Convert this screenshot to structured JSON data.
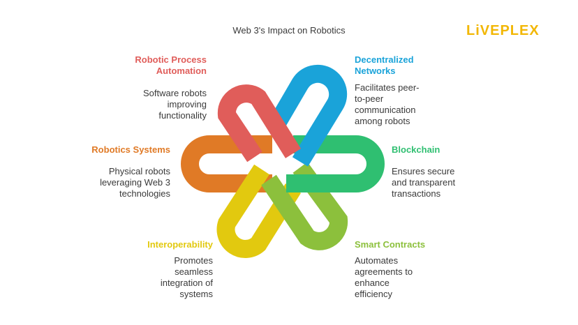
{
  "title": "Web 3's Impact on Robotics",
  "logo": {
    "text": "LiVEPLEX",
    "color": "#f2b705"
  },
  "items": [
    {
      "heading": "Robotic Process Automation",
      "heading_lines": [
        "Robotic Process",
        "Automation"
      ],
      "description_lines": [
        "Software robots",
        "improving",
        "functionality"
      ],
      "color": "#e05d5a"
    },
    {
      "heading": "Decentralized Networks",
      "heading_lines": [
        "Decentralized",
        "Networks"
      ],
      "description_lines": [
        "Facilitates peer-",
        "to-peer",
        "communication",
        "among robots"
      ],
      "color": "#1aa3d9"
    },
    {
      "heading": "Blockchain",
      "heading_lines": [
        "Blockchain"
      ],
      "description_lines": [
        "Ensures secure",
        "and transparent",
        "transactions"
      ],
      "color": "#2fbf71"
    },
    {
      "heading": "Robotics Systems",
      "heading_lines": [
        "Robotics Systems"
      ],
      "description_lines": [
        "Physical robots",
        "leveraging Web 3",
        "technologies"
      ],
      "color": "#e07a26"
    },
    {
      "heading": "Interoperability",
      "heading_lines": [
        "Interoperability"
      ],
      "description_lines": [
        "Promotes",
        "seamless",
        "integration of",
        "systems"
      ],
      "color": "#e2c90f"
    },
    {
      "heading": "Smart Contracts",
      "heading_lines": [
        "Smart Contracts"
      ],
      "description_lines": [
        "Automates",
        "agreements to",
        "enhance",
        "efficiency"
      ],
      "color": "#8cc03c"
    }
  ]
}
